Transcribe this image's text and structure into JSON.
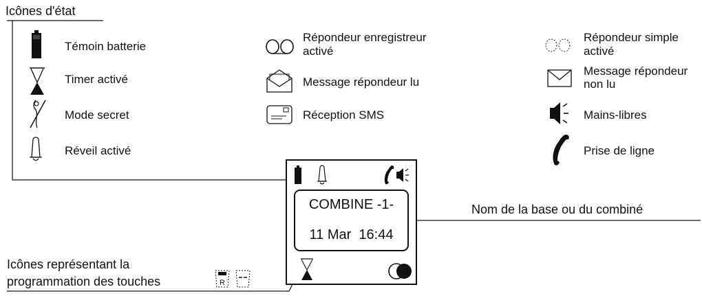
{
  "title": "Icônes d'état",
  "legend": [
    {
      "icon": "battery-icon",
      "label": "Témoin batterie"
    },
    {
      "icon": "hourglass-icon",
      "label": "Timer activé"
    },
    {
      "icon": "secret-mode-icon",
      "label": "Mode secret"
    },
    {
      "icon": "alarm-bell-icon",
      "label": "Réveil activé"
    },
    {
      "icon": "answering-machine-recorder-icon",
      "label": "Répondeur enregistreur activé"
    },
    {
      "icon": "envelope-open-icon",
      "label": "Message répondeur lu"
    },
    {
      "icon": "sms-icon",
      "label": "Réception SMS"
    },
    {
      "icon": "answering-machine-simple-icon",
      "label": "Répondeur simple activé"
    },
    {
      "icon": "envelope-closed-icon",
      "label": "Message répondeur non lu"
    },
    {
      "icon": "speaker-icon",
      "label": "Mains-libres"
    },
    {
      "icon": "handset-icon",
      "label": "Prise de ligne"
    }
  ],
  "display": {
    "line1": "COMBINE -1-",
    "line2": "11 Mar  16:44"
  },
  "callouts": {
    "base_name": "Nom de la base ou du combiné",
    "keys_line1": "Icônes représentant la",
    "keys_line2": "programmation des touches",
    "key_icon_r": "R"
  }
}
